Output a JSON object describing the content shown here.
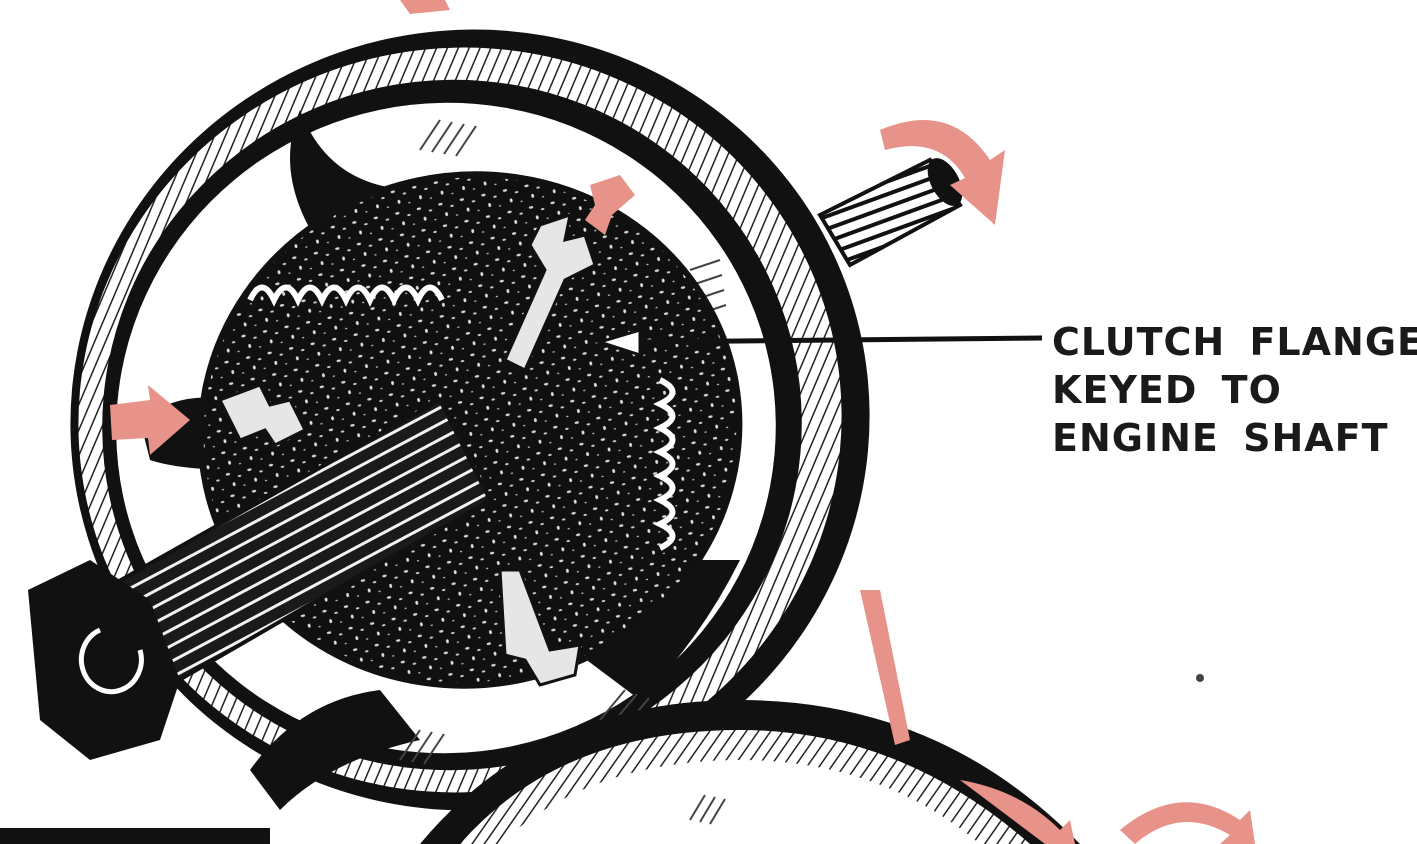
{
  "diagram": {
    "callout_lines": [
      "CLUTCH FLANGE",
      "KEYED TO",
      "ENGINE SHAFT"
    ],
    "colors": {
      "ink": "#111111",
      "paper": "#ffffff",
      "arrow": "#e8938a",
      "hatch": "#555555"
    }
  }
}
